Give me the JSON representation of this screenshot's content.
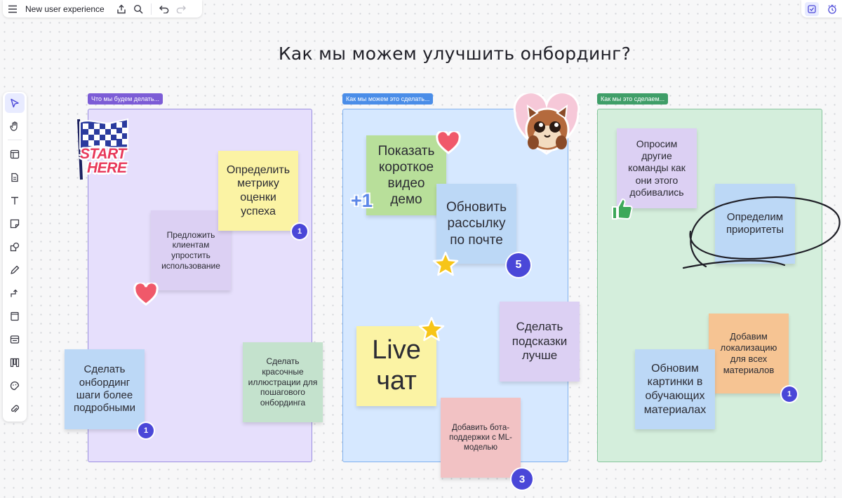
{
  "app": {
    "board_name": "New user experience",
    "board_title": "Как мы можем улучшить онбординг?"
  },
  "top_toolbar": {
    "icons": [
      "menu-icon",
      "share-icon",
      "search-icon",
      "undo-icon",
      "redo-icon"
    ]
  },
  "top_right": {
    "icons": [
      "checklist-icon",
      "timer-icon"
    ]
  },
  "left_toolbar": {
    "tools": [
      "select-tool",
      "hand-tool",
      "frame-tool",
      "document-tool",
      "text-tool",
      "sticky-note-tool",
      "shapes-tool",
      "pen-tool",
      "connector-tool",
      "card-tool",
      "template-tool",
      "kanban-tool",
      "sticker-tool",
      "attachment-tool"
    ],
    "active": "select-tool"
  },
  "frames": [
    {
      "label": "Что мы будем делать...",
      "label_color": "#7c5cd6",
      "bg": "#e6dffc",
      "border": "#9a8ee0"
    },
    {
      "label": "Как мы можем это сделать...",
      "label_color": "#4a8de8",
      "bg": "#d6e8ff",
      "border": "#7fb0ee"
    },
    {
      "label": "Как мы это сделаем...",
      "label_color": "#3f9e68",
      "bg": "#d4eedc",
      "border": "#86c59c"
    }
  ],
  "stickies": {
    "f1_metric": "Определить метрику оценки успеха",
    "f1_simplify": "Предложить клиентам упростить использование",
    "f1_detailed": "Сделать онбординг шаги более подробными",
    "f1_illustrations": "Сделать красочные иллюстрации для пошагового онбординга",
    "f2_video": "Показать короткое видео демо",
    "f2_mailing": "Обновить рассылку по почте",
    "f2_livechat": "Live чат",
    "f2_hints": "Сделать подсказки лучше",
    "f2_bot": "Добавить бота-поддержки с ML-моделью",
    "f3_survey": "Опросим другие команды как они этого добивались",
    "f3_priorities": "Определим приоритеты",
    "f3_localization": "Добавим локализацию для всех материалов",
    "f3_pictures": "Обновим картинки в обучающих материалах"
  },
  "badges": {
    "metric": "1",
    "detailed": "1",
    "mailing": "5",
    "bot": "3",
    "localization": "1"
  },
  "stickers": {
    "start_here_text": [
      "START",
      "HERE"
    ],
    "plus_one": "+1"
  },
  "colors": {
    "yellow": "#fbf3a4",
    "purple": "#dcd0f3",
    "blue": "#bcd8f6",
    "green": "#c4e2cd",
    "red": "#f2c2c4",
    "orange": "#f6c493",
    "lime": "#b8df9a",
    "badge": "#4a47d8"
  }
}
